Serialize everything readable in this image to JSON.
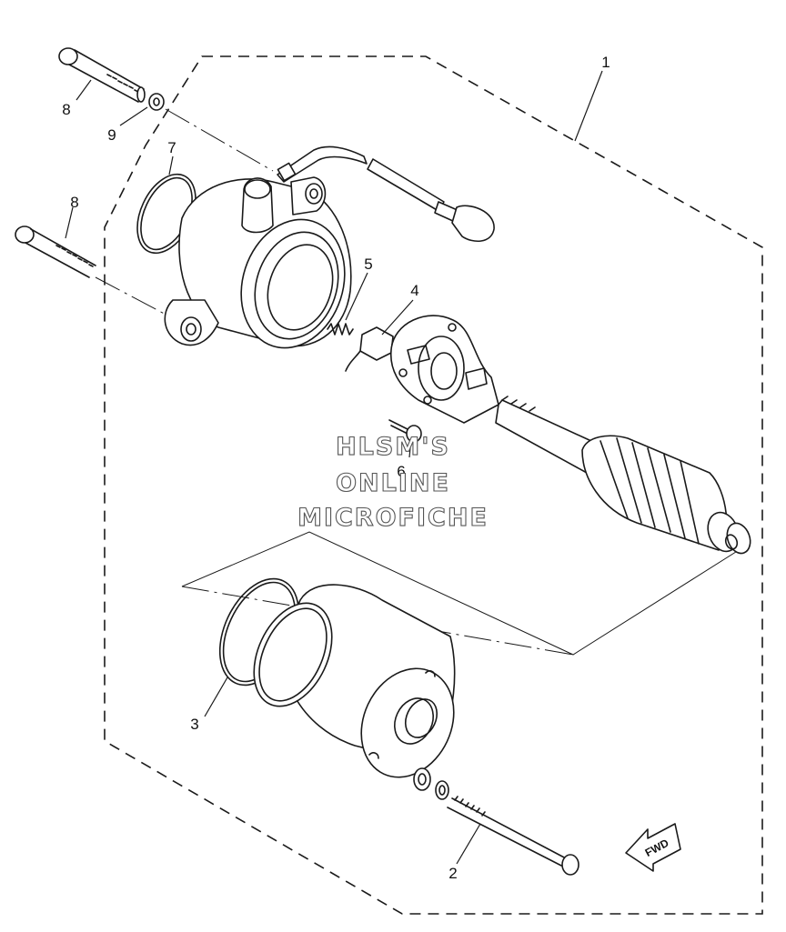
{
  "callouts": {
    "c1": "1",
    "c2": "2",
    "c3": "3",
    "c4": "4",
    "c5": "5",
    "c6": "6",
    "c7": "7",
    "c8a": "8",
    "c8b": "8",
    "c9": "9"
  },
  "watermark": {
    "line1": "HLSM'S",
    "line2": "ONLINE",
    "line3": "MICROFICHE"
  },
  "direction_badge": {
    "label": "FWD"
  }
}
